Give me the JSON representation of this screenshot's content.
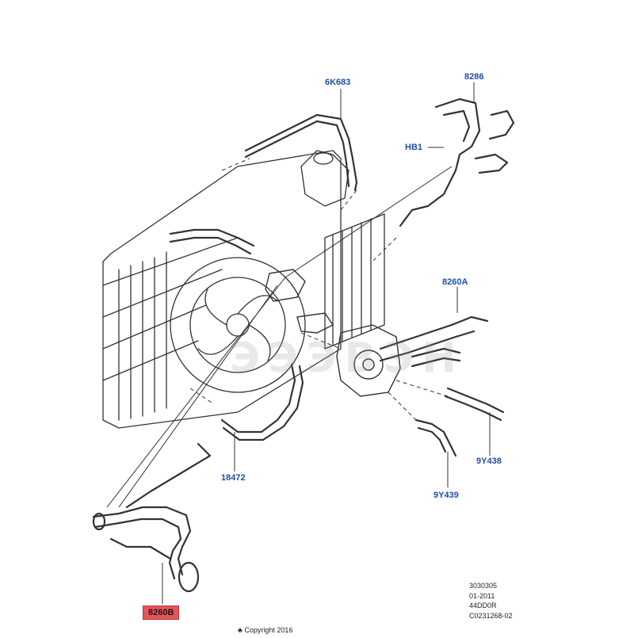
{
  "diagram": {
    "parts": [
      {
        "id": "6K683",
        "highlighted": false
      },
      {
        "id": "8286",
        "highlighted": false
      },
      {
        "id": "HB1",
        "highlighted": false
      },
      {
        "id": "8260A",
        "highlighted": false
      },
      {
        "id": "9Y438",
        "highlighted": false
      },
      {
        "id": "9Y439",
        "highlighted": false
      },
      {
        "id": "18472",
        "highlighted": false
      },
      {
        "id": "8260B",
        "highlighted": true
      }
    ],
    "meta_lines": [
      "3030305",
      "01-2011",
      "44DD0R",
      "C0231268-02"
    ],
    "copyright": "♣ Copyright 2016",
    "watermark": "ЭЭЭВЭН"
  },
  "colors": {
    "callout_text": "#1f4fa8",
    "highlight_fill": "#e8545a",
    "line_art": "#333333"
  }
}
